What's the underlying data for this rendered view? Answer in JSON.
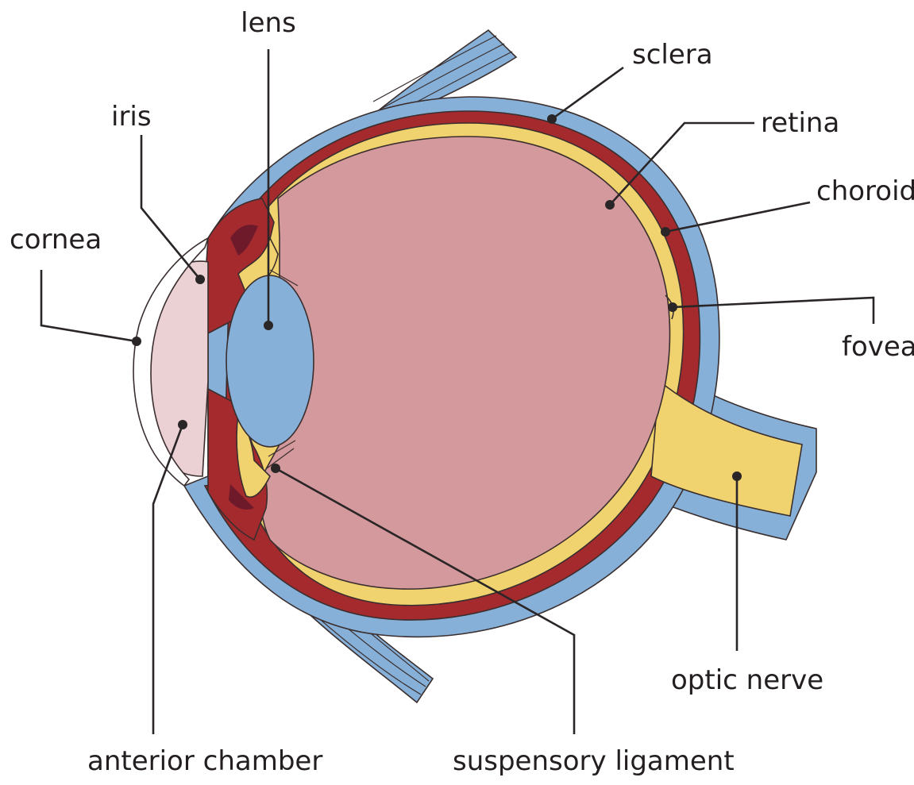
{
  "labels": {
    "lens": "lens",
    "sclera": "sclera",
    "iris": "iris",
    "retina": "retina",
    "choroid": "choroid",
    "cornea": "cornea",
    "fovea": "fovea",
    "optic_nerve": "optic nerve",
    "anterior_chamber": "anterior chamber",
    "suspensory_ligament": "suspensory ligament"
  },
  "colors": {
    "sclera": "#86b0d8",
    "choroid": "#a52a2e",
    "choroid_dark": "#6e1a2a",
    "retina": "#f0d36e",
    "vitreous": "#d4999c",
    "lens": "#86b0d8",
    "anterior_chamber": "#ebd0d4",
    "muscle": "#86b0d8",
    "line": "#2a2526"
  }
}
